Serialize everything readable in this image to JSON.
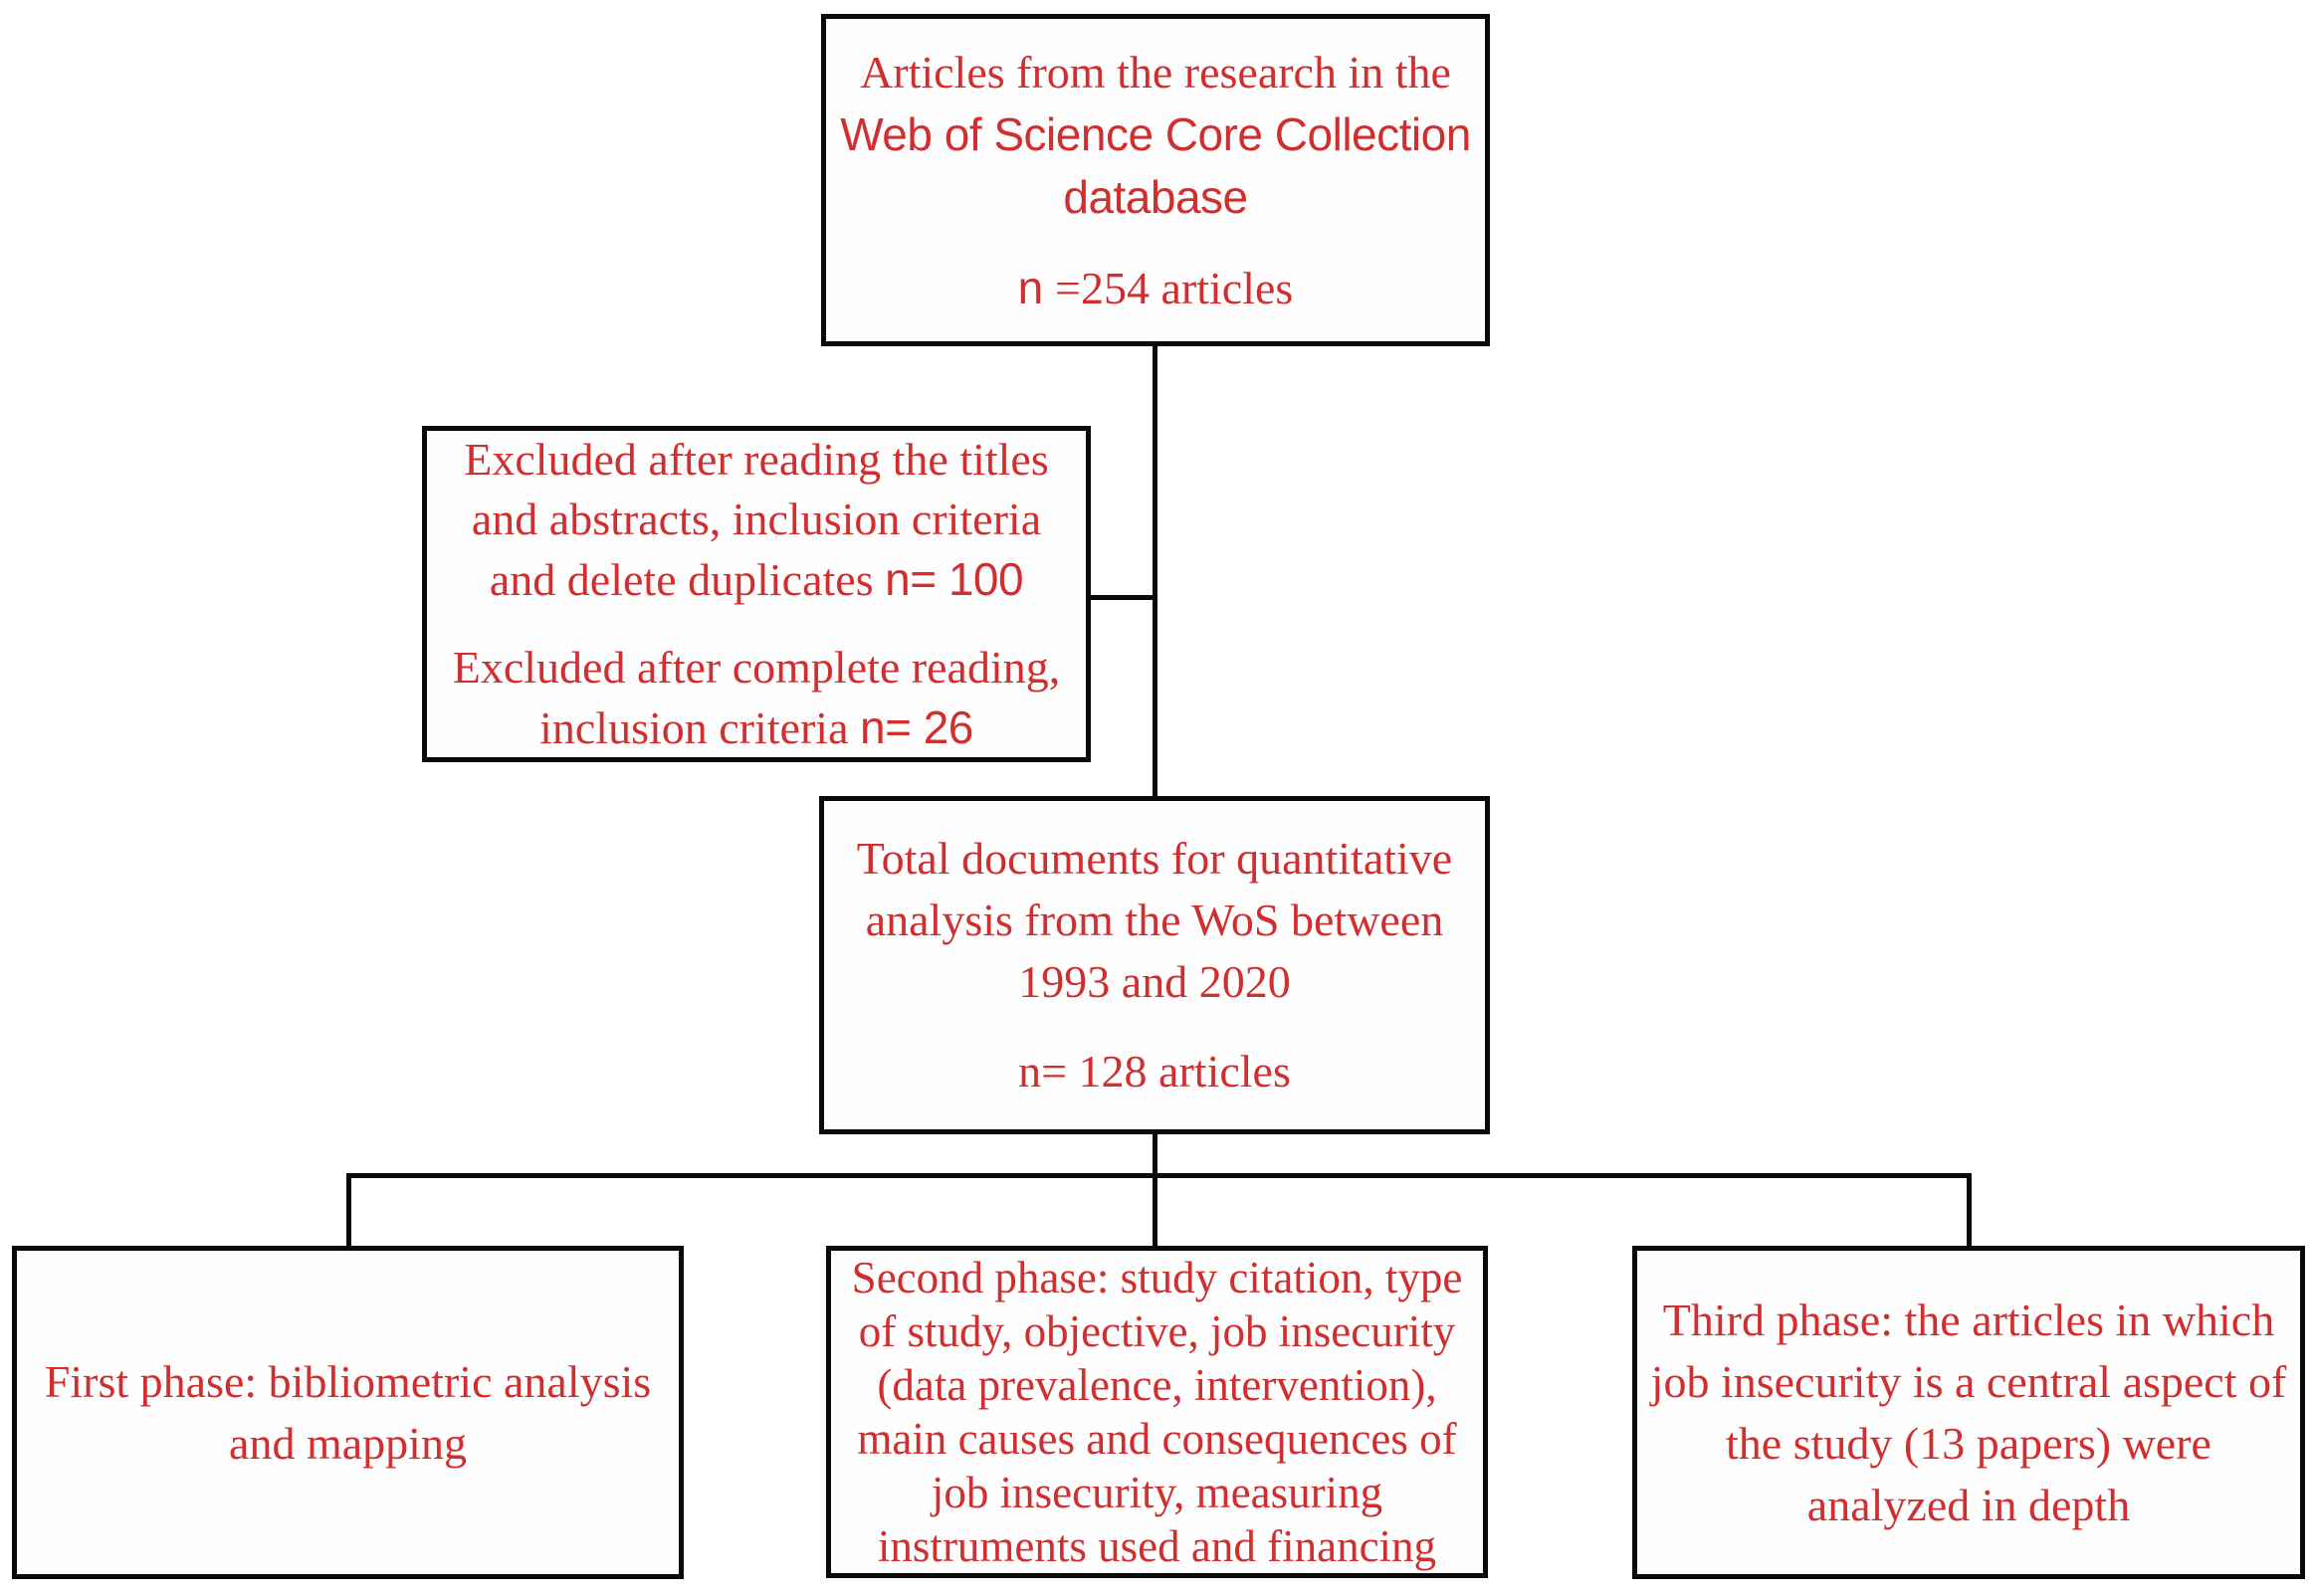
{
  "colors": {
    "red_text": "#d12f2f",
    "line_black": "#0a0a0a",
    "page_bg": "#ffffff",
    "box_bg": "#fefefe"
  },
  "boxes": {
    "source": {
      "lines": [
        {
          "gap": false,
          "segments": [
            {
              "text": "Articles from the research in the",
              "font": "serif"
            }
          ]
        },
        {
          "gap": false,
          "segments": [
            {
              "text": "Web of Science Core Collection",
              "font": "sans"
            }
          ]
        },
        {
          "gap": false,
          "segments": [
            {
              "text": "database",
              "font": "sans"
            }
          ]
        },
        {
          "gap": true,
          "segments": [
            {
              "text": "n ",
              "font": "sans"
            },
            {
              "text": "=254 articles",
              "font": "serif"
            }
          ]
        }
      ]
    },
    "excluded": {
      "lines": [
        {
          "gap": false,
          "segments": [
            {
              "text": "Excluded after reading the titles",
              "font": "serif"
            }
          ]
        },
        {
          "gap": false,
          "segments": [
            {
              "text": "and abstracts, inclusion criteria",
              "font": "serif"
            }
          ]
        },
        {
          "gap": false,
          "segments": [
            {
              "text": "and delete duplicates ",
              "font": "serif"
            },
            {
              "text": "n= 100",
              "font": "sans"
            }
          ]
        },
        {
          "gap": true,
          "segments": [
            {
              "text": "Excluded after complete reading,",
              "font": "serif"
            }
          ]
        },
        {
          "gap": false,
          "segments": [
            {
              "text": "inclusion criteria ",
              "font": "serif"
            },
            {
              "text": "n= 26",
              "font": "sans"
            }
          ]
        }
      ]
    },
    "total": {
      "lines": [
        {
          "gap": false,
          "segments": [
            {
              "text": "Total documents for quantitative",
              "font": "serif"
            }
          ]
        },
        {
          "gap": false,
          "segments": [
            {
              "text": "analysis from the WoS between",
              "font": "serif"
            }
          ]
        },
        {
          "gap": false,
          "segments": [
            {
              "text": "1993 and 2020",
              "font": "serif"
            }
          ]
        },
        {
          "gap": true,
          "segments": [
            {
              "text": "n= 128 articles",
              "font": "serif"
            }
          ]
        }
      ]
    },
    "phase1": {
      "lines": [
        {
          "gap": false,
          "segments": [
            {
              "text": "First phase: bibliometric analysis",
              "font": "serif"
            }
          ]
        },
        {
          "gap": false,
          "segments": [
            {
              "text": "and mapping",
              "font": "serif"
            }
          ]
        }
      ]
    },
    "phase2": {
      "lines": [
        {
          "gap": false,
          "segments": [
            {
              "text": "Second phase: study citation, type",
              "font": "serif"
            }
          ]
        },
        {
          "gap": false,
          "segments": [
            {
              "text": "of study, objective, job insecurity",
              "font": "serif"
            }
          ]
        },
        {
          "gap": false,
          "segments": [
            {
              "text": "(data prevalence, intervention),",
              "font": "serif"
            }
          ]
        },
        {
          "gap": false,
          "segments": [
            {
              "text": "main causes and consequences of",
              "font": "serif"
            }
          ]
        },
        {
          "gap": false,
          "segments": [
            {
              "text": "job insecurity, measuring",
              "font": "serif"
            }
          ]
        },
        {
          "gap": false,
          "segments": [
            {
              "text": "instruments used and financing",
              "font": "serif"
            }
          ]
        }
      ]
    },
    "phase3": {
      "lines": [
        {
          "gap": false,
          "segments": [
            {
              "text": "Third phase: the articles in which",
              "font": "serif"
            }
          ]
        },
        {
          "gap": false,
          "segments": [
            {
              "text": "job insecurity is a central aspect of",
              "font": "serif"
            }
          ]
        },
        {
          "gap": false,
          "segments": [
            {
              "text": "the study (13 papers) were",
              "font": "serif"
            }
          ]
        },
        {
          "gap": false,
          "segments": [
            {
              "text": "analyzed in depth",
              "font": "serif"
            }
          ]
        }
      ]
    }
  }
}
